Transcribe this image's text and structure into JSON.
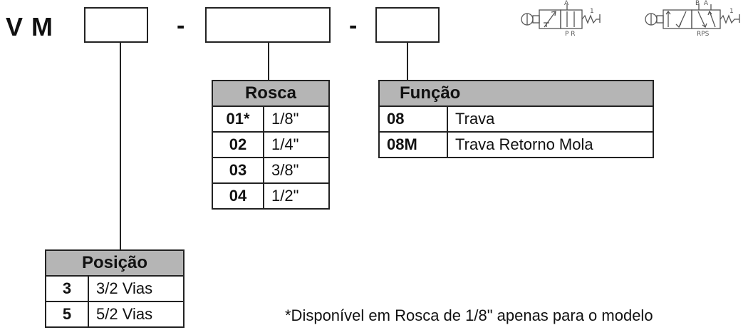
{
  "header": {
    "prefix": "V M",
    "separator_1": "-",
    "separator_2": "-"
  },
  "rosca_table": {
    "title": "Rosca",
    "rows": [
      {
        "code": "01*",
        "value": "1/8\""
      },
      {
        "code": "02",
        "value": "1/4\""
      },
      {
        "code": "03",
        "value": "3/8\""
      },
      {
        "code": "04",
        "value": "1/2\""
      }
    ]
  },
  "funcao_table": {
    "title": "Função",
    "rows": [
      {
        "code": "08",
        "value": "Trava"
      },
      {
        "code": "08M",
        "value": "Trava Retorno Mola"
      }
    ]
  },
  "posicao_table": {
    "title": "Posição",
    "rows": [
      {
        "code": "3",
        "value": "3/2 Vias"
      },
      {
        "code": "5",
        "value": "5/2 Vias"
      }
    ]
  },
  "symbols": {
    "valve_32": {
      "port_top": "A",
      "port_spring": "1",
      "ports_bottom": "P R"
    },
    "valve_52": {
      "ports_top": "B  A",
      "port_spring": "1",
      "ports_bottom": "RPS"
    }
  },
  "footnote": "*Disponível em Rosca de 1/8\" apenas para o modelo"
}
